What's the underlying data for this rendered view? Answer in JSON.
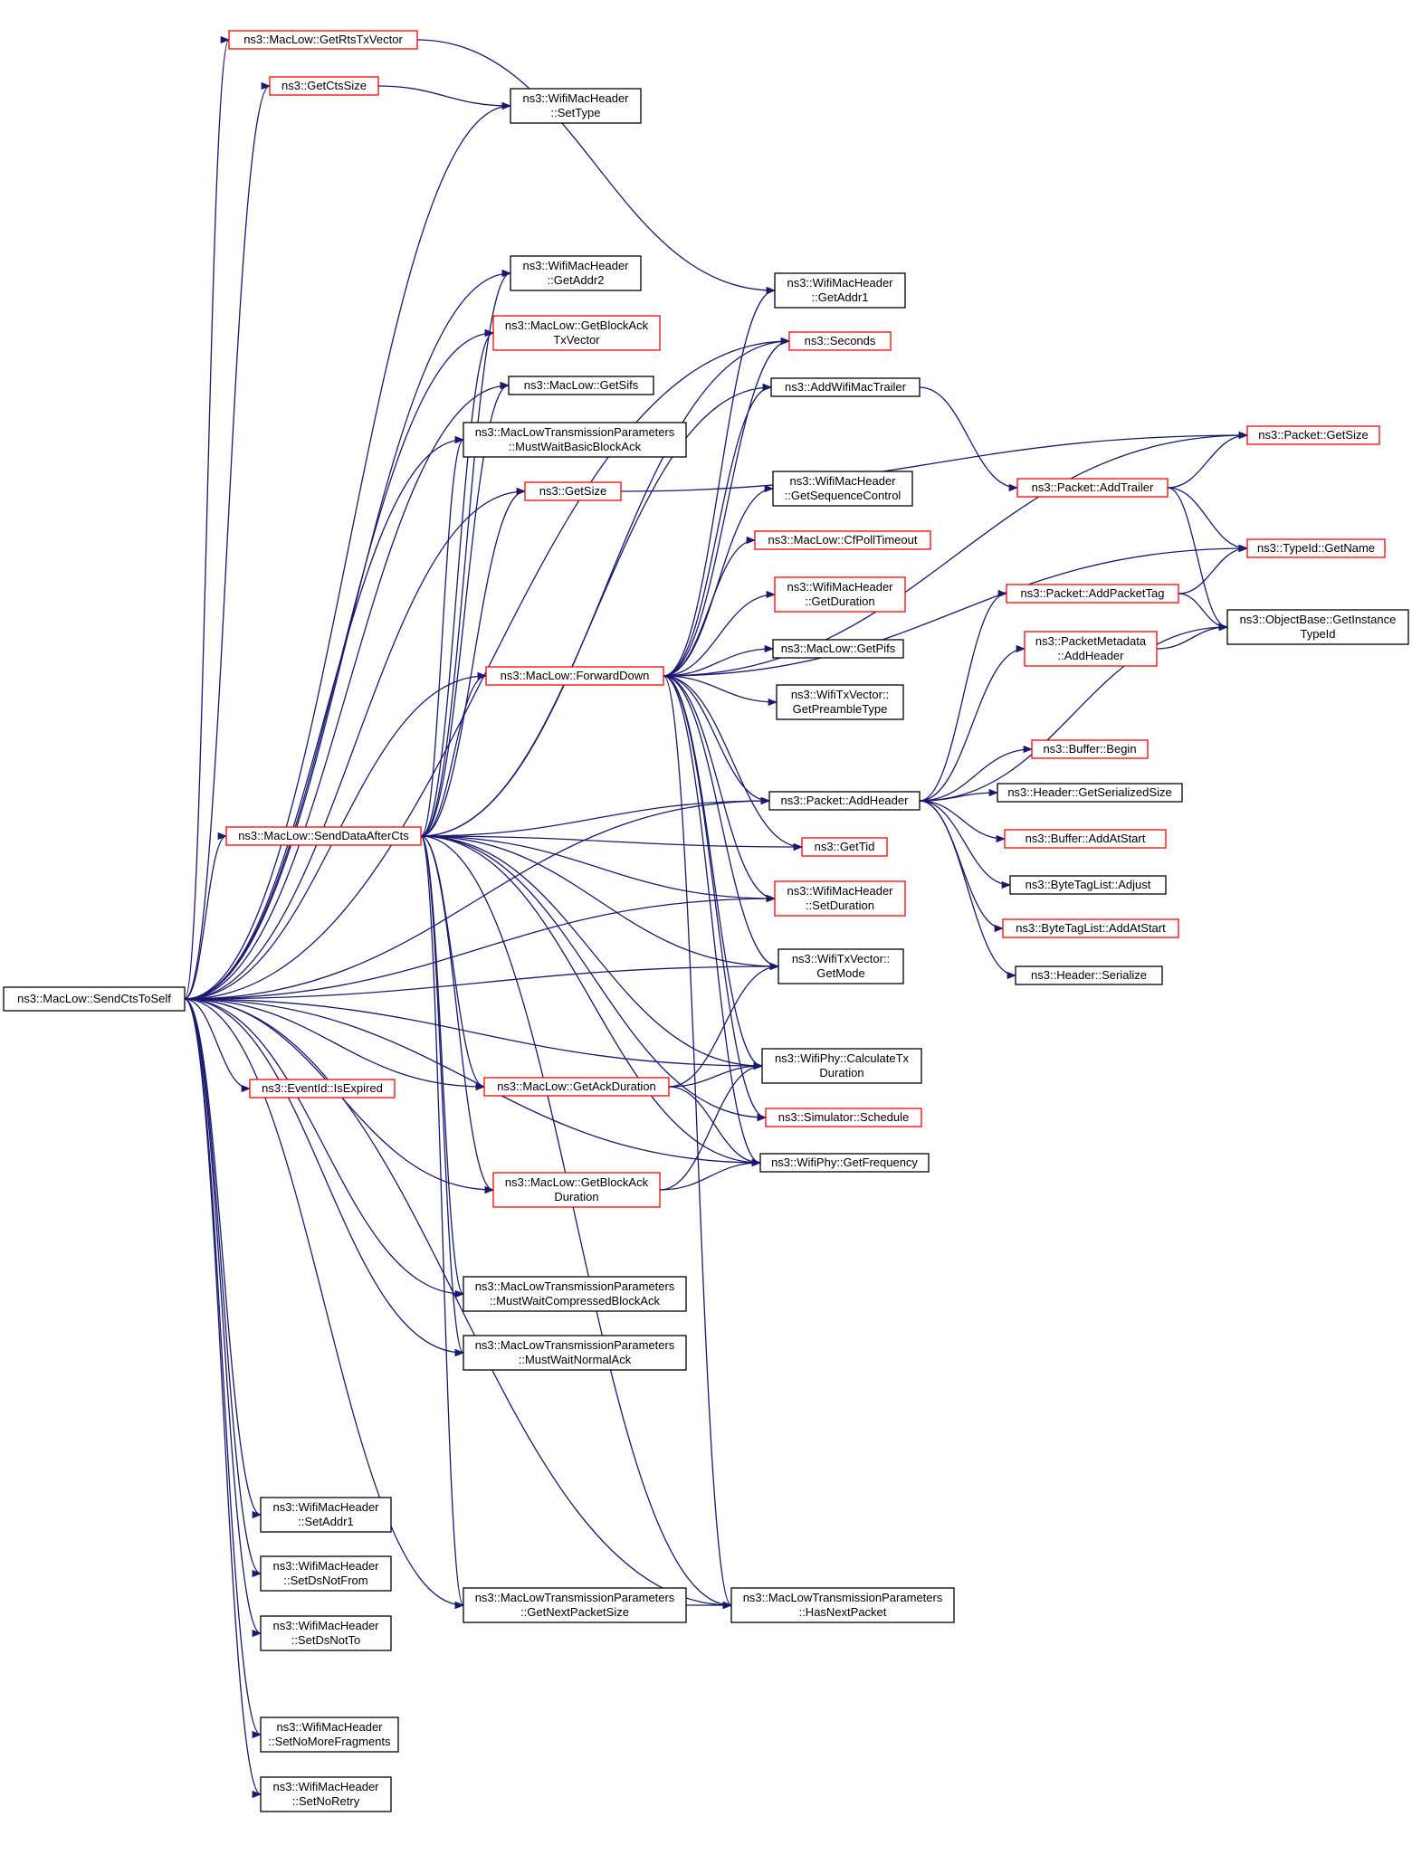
{
  "colors": {
    "edge": "#191970",
    "border_linked": "#000000",
    "border_truncated": "#ff0000",
    "root_fill": "#bfbfbf",
    "background": "#ffffff"
  },
  "nodes": [
    {
      "id": "sendCtsToSelf",
      "lines": [
        "ns3::MacLow::SendCtsToSelf"
      ],
      "border": "black",
      "root": true
    },
    {
      "id": "getRtsTxVector",
      "lines": [
        "ns3::MacLow::GetRtsTxVector"
      ],
      "border": "red"
    },
    {
      "id": "getCtsSize",
      "lines": [
        "ns3::GetCtsSize"
      ],
      "border": "red"
    },
    {
      "id": "setType",
      "lines": [
        "ns3::WifiMacHeader",
        "::SetType"
      ],
      "border": "black"
    },
    {
      "id": "getAddr2",
      "lines": [
        "ns3::WifiMacHeader",
        "::GetAddr2"
      ],
      "border": "black"
    },
    {
      "id": "getBlockAckTxVector",
      "lines": [
        "ns3::MacLow::GetBlockAck",
        "TxVector"
      ],
      "border": "red"
    },
    {
      "id": "getSifs",
      "lines": [
        "ns3::MacLow::GetSifs"
      ],
      "border": "black"
    },
    {
      "id": "mustWaitBasicBlockAck",
      "lines": [
        "ns3::MacLowTransmissionParameters",
        "::MustWaitBasicBlockAck"
      ],
      "border": "black"
    },
    {
      "id": "getSize",
      "lines": [
        "ns3::GetSize"
      ],
      "border": "red"
    },
    {
      "id": "forwardDown",
      "lines": [
        "ns3::MacLow::ForwardDown"
      ],
      "border": "red"
    },
    {
      "id": "sendDataAfterCts",
      "lines": [
        "ns3::MacLow::SendDataAfterCts"
      ],
      "border": "red"
    },
    {
      "id": "isExpired",
      "lines": [
        "ns3::EventId::IsExpired"
      ],
      "border": "red"
    },
    {
      "id": "getAckDuration",
      "lines": [
        "ns3::MacLow::GetAckDuration"
      ],
      "border": "red"
    },
    {
      "id": "getBlockAckDuration",
      "lines": [
        "ns3::MacLow::GetBlockAck",
        "Duration"
      ],
      "border": "red"
    },
    {
      "id": "mustWaitCompressedBlockAck",
      "lines": [
        "ns3::MacLowTransmissionParameters",
        "::MustWaitCompressedBlockAck"
      ],
      "border": "black"
    },
    {
      "id": "mustWaitNormalAck",
      "lines": [
        "ns3::MacLowTransmissionParameters",
        "::MustWaitNormalAck"
      ],
      "border": "black"
    },
    {
      "id": "setAddr1",
      "lines": [
        "ns3::WifiMacHeader",
        "::SetAddr1"
      ],
      "border": "black"
    },
    {
      "id": "setDsNotFrom",
      "lines": [
        "ns3::WifiMacHeader",
        "::SetDsNotFrom"
      ],
      "border": "black"
    },
    {
      "id": "setDsNotTo",
      "lines": [
        "ns3::WifiMacHeader",
        "::SetDsNotTo"
      ],
      "border": "black"
    },
    {
      "id": "setNoMoreFragments",
      "lines": [
        "ns3::WifiMacHeader",
        "::SetNoMoreFragments"
      ],
      "border": "black"
    },
    {
      "id": "setNoRetry",
      "lines": [
        "ns3::WifiMacHeader",
        "::SetNoRetry"
      ],
      "border": "black"
    },
    {
      "id": "getNextPacketSize",
      "lines": [
        "ns3::MacLowTransmissionParameters",
        "::GetNextPacketSize"
      ],
      "border": "black"
    },
    {
      "id": "getAddr1",
      "lines": [
        "ns3::WifiMacHeader",
        "::GetAddr1"
      ],
      "border": "black"
    },
    {
      "id": "seconds",
      "lines": [
        "ns3::Seconds"
      ],
      "border": "red"
    },
    {
      "id": "addWifiMacTrailer",
      "lines": [
        "ns3::AddWifiMacTrailer"
      ],
      "border": "black"
    },
    {
      "id": "getSequenceControl",
      "lines": [
        "ns3::WifiMacHeader",
        "::GetSequenceControl"
      ],
      "border": "black"
    },
    {
      "id": "cfPollTimeout",
      "lines": [
        "ns3::MacLow::CfPollTimeout"
      ],
      "border": "red"
    },
    {
      "id": "getDuration",
      "lines": [
        "ns3::WifiMacHeader",
        "::GetDuration"
      ],
      "border": "red"
    },
    {
      "id": "getPifs",
      "lines": [
        "ns3::MacLow::GetPifs"
      ],
      "border": "black"
    },
    {
      "id": "getPreambleType",
      "lines": [
        "ns3::WifiTxVector::",
        "GetPreambleType"
      ],
      "border": "black"
    },
    {
      "id": "packetAddHeader",
      "lines": [
        "ns3::Packet::AddHeader"
      ],
      "border": "black"
    },
    {
      "id": "getTid",
      "lines": [
        "ns3::GetTid"
      ],
      "border": "red"
    },
    {
      "id": "setDuration",
      "lines": [
        "ns3::WifiMacHeader",
        "::SetDuration"
      ],
      "border": "red"
    },
    {
      "id": "getMode",
      "lines": [
        "ns3::WifiTxVector::",
        "GetMode"
      ],
      "border": "black"
    },
    {
      "id": "calculateTxDuration",
      "lines": [
        "ns3::WifiPhy::CalculateTx",
        "Duration"
      ],
      "border": "black"
    },
    {
      "id": "simulatorSchedule",
      "lines": [
        "ns3::Simulator::Schedule"
      ],
      "border": "red"
    },
    {
      "id": "getFrequency",
      "lines": [
        "ns3::WifiPhy::GetFrequency"
      ],
      "border": "black"
    },
    {
      "id": "hasNextPacket",
      "lines": [
        "ns3::MacLowTransmissionParameters",
        "::HasNextPacket"
      ],
      "border": "black"
    },
    {
      "id": "addTrailer",
      "lines": [
        "ns3::Packet::AddTrailer"
      ],
      "border": "red"
    },
    {
      "id": "packetAddPacketTag",
      "lines": [
        "ns3::Packet::AddPacketTag"
      ],
      "border": "red"
    },
    {
      "id": "packetMetadataAddHeader",
      "lines": [
        "ns3::PacketMetadata",
        "::AddHeader"
      ],
      "border": "red"
    },
    {
      "id": "bufferBegin",
      "lines": [
        "ns3::Buffer::Begin"
      ],
      "border": "red"
    },
    {
      "id": "getSerializedSize",
      "lines": [
        "ns3::Header::GetSerializedSize"
      ],
      "border": "black"
    },
    {
      "id": "bufferAddAtStart",
      "lines": [
        "ns3::Buffer::AddAtStart"
      ],
      "border": "red"
    },
    {
      "id": "byteTagListAdjust",
      "lines": [
        "ns3::ByteTagList::Adjust"
      ],
      "border": "black"
    },
    {
      "id": "byteTagListAddAtStart",
      "lines": [
        "ns3::ByteTagList::AddAtStart"
      ],
      "border": "red"
    },
    {
      "id": "headerSerialize",
      "lines": [
        "ns3::Header::Serialize"
      ],
      "border": "black"
    },
    {
      "id": "packetGetSize",
      "lines": [
        "ns3::Packet::GetSize"
      ],
      "border": "red"
    },
    {
      "id": "typeIdGetName",
      "lines": [
        "ns3::TypeId::GetName"
      ],
      "border": "red"
    },
    {
      "id": "getInstanceTypeId",
      "lines": [
        "ns3::ObjectBase::GetInstance",
        "TypeId"
      ],
      "border": "black"
    }
  ],
  "edges": [
    [
      "sendCtsToSelf",
      "getRtsTxVector"
    ],
    [
      "sendCtsToSelf",
      "getCtsSize"
    ],
    [
      "sendCtsToSelf",
      "setType"
    ],
    [
      "sendCtsToSelf",
      "getAddr2"
    ],
    [
      "sendCtsToSelf",
      "getBlockAckTxVector"
    ],
    [
      "sendCtsToSelf",
      "getSifs"
    ],
    [
      "sendCtsToSelf",
      "mustWaitBasicBlockAck"
    ],
    [
      "sendCtsToSelf",
      "getSize"
    ],
    [
      "sendCtsToSelf",
      "forwardDown"
    ],
    [
      "sendCtsToSelf",
      "sendDataAfterCts"
    ],
    [
      "sendCtsToSelf",
      "isExpired"
    ],
    [
      "sendCtsToSelf",
      "getAckDuration"
    ],
    [
      "sendCtsToSelf",
      "getBlockAckDuration"
    ],
    [
      "sendCtsToSelf",
      "mustWaitCompressedBlockAck"
    ],
    [
      "sendCtsToSelf",
      "mustWaitNormalAck"
    ],
    [
      "sendCtsToSelf",
      "setAddr1"
    ],
    [
      "sendCtsToSelf",
      "setDsNotFrom"
    ],
    [
      "sendCtsToSelf",
      "setDsNotTo"
    ],
    [
      "sendCtsToSelf",
      "setNoMoreFragments"
    ],
    [
      "sendCtsToSelf",
      "setNoRetry"
    ],
    [
      "sendCtsToSelf",
      "getNextPacketSize"
    ],
    [
      "sendCtsToSelf",
      "hasNextPacket"
    ],
    [
      "sendCtsToSelf",
      "seconds"
    ],
    [
      "sendCtsToSelf",
      "packetAddHeader"
    ],
    [
      "sendCtsToSelf",
      "setDuration"
    ],
    [
      "sendCtsToSelf",
      "getMode"
    ],
    [
      "sendCtsToSelf",
      "calculateTxDuration"
    ],
    [
      "sendCtsToSelf",
      "getFrequency"
    ],
    [
      "getRtsTxVector",
      "getAddr1"
    ],
    [
      "getCtsSize",
      "setType"
    ],
    [
      "getSize",
      "packetGetSize"
    ],
    [
      "forwardDown",
      "getAddr1"
    ],
    [
      "forwardDown",
      "seconds"
    ],
    [
      "forwardDown",
      "addWifiMacTrailer"
    ],
    [
      "forwardDown",
      "getSequenceControl"
    ],
    [
      "forwardDown",
      "cfPollTimeout"
    ],
    [
      "forwardDown",
      "getDuration"
    ],
    [
      "forwardDown",
      "getPifs"
    ],
    [
      "forwardDown",
      "getPreambleType"
    ],
    [
      "forwardDown",
      "packetAddHeader"
    ],
    [
      "forwardDown",
      "getTid"
    ],
    [
      "forwardDown",
      "setDuration"
    ],
    [
      "forwardDown",
      "getMode"
    ],
    [
      "forwardDown",
      "calculateTxDuration"
    ],
    [
      "forwardDown",
      "simulatorSchedule"
    ],
    [
      "forwardDown",
      "getFrequency"
    ],
    [
      "forwardDown",
      "hasNextPacket"
    ],
    [
      "forwardDown",
      "packetGetSize"
    ],
    [
      "forwardDown",
      "typeIdGetName"
    ],
    [
      "sendDataAfterCts",
      "getAddr2"
    ],
    [
      "sendDataAfterCts",
      "getBlockAckTxVector"
    ],
    [
      "sendDataAfterCts",
      "getSifs"
    ],
    [
      "sendDataAfterCts",
      "mustWaitBasicBlockAck"
    ],
    [
      "sendDataAfterCts",
      "getSize"
    ],
    [
      "sendDataAfterCts",
      "forwardDown"
    ],
    [
      "sendDataAfterCts",
      "packetAddHeader"
    ],
    [
      "sendDataAfterCts",
      "getTid"
    ],
    [
      "sendDataAfterCts",
      "setDuration"
    ],
    [
      "sendDataAfterCts",
      "getMode"
    ],
    [
      "sendDataAfterCts",
      "calculateTxDuration"
    ],
    [
      "sendDataAfterCts",
      "simulatorSchedule"
    ],
    [
      "sendDataAfterCts",
      "getFrequency"
    ],
    [
      "sendDataAfterCts",
      "getAckDuration"
    ],
    [
      "sendDataAfterCts",
      "getBlockAckDuration"
    ],
    [
      "sendDataAfterCts",
      "mustWaitCompressedBlockAck"
    ],
    [
      "sendDataAfterCts",
      "mustWaitNormalAck"
    ],
    [
      "sendDataAfterCts",
      "getNextPacketSize"
    ],
    [
      "sendDataAfterCts",
      "hasNextPacket"
    ],
    [
      "sendDataAfterCts",
      "seconds"
    ],
    [
      "sendDataAfterCts",
      "addWifiMacTrailer"
    ],
    [
      "getAckDuration",
      "getMode"
    ],
    [
      "getAckDuration",
      "calculateTxDuration"
    ],
    [
      "getAckDuration",
      "getFrequency"
    ],
    [
      "getBlockAckDuration",
      "calculateTxDuration"
    ],
    [
      "getBlockAckDuration",
      "getFrequency"
    ],
    [
      "getNextPacketSize",
      "hasNextPacket"
    ],
    [
      "addWifiMacTrailer",
      "addTrailer"
    ],
    [
      "packetAddHeader",
      "bufferBegin"
    ],
    [
      "packetAddHeader",
      "getSerializedSize"
    ],
    [
      "packetAddHeader",
      "bufferAddAtStart"
    ],
    [
      "packetAddHeader",
      "byteTagListAdjust"
    ],
    [
      "packetAddHeader",
      "byteTagListAddAtStart"
    ],
    [
      "packetAddHeader",
      "headerSerialize"
    ],
    [
      "packetAddHeader",
      "packetAddPacketTag"
    ],
    [
      "packetAddHeader",
      "packetMetadataAddHeader"
    ],
    [
      "packetAddHeader",
      "getInstanceTypeId"
    ],
    [
      "addTrailer",
      "packetGetSize"
    ],
    [
      "addTrailer",
      "typeIdGetName"
    ],
    [
      "addTrailer",
      "getInstanceTypeId"
    ],
    [
      "packetAddPacketTag",
      "typeIdGetName"
    ],
    [
      "packetAddPacketTag",
      "getInstanceTypeId"
    ],
    [
      "packetMetadataAddHeader",
      "getInstanceTypeId"
    ]
  ]
}
